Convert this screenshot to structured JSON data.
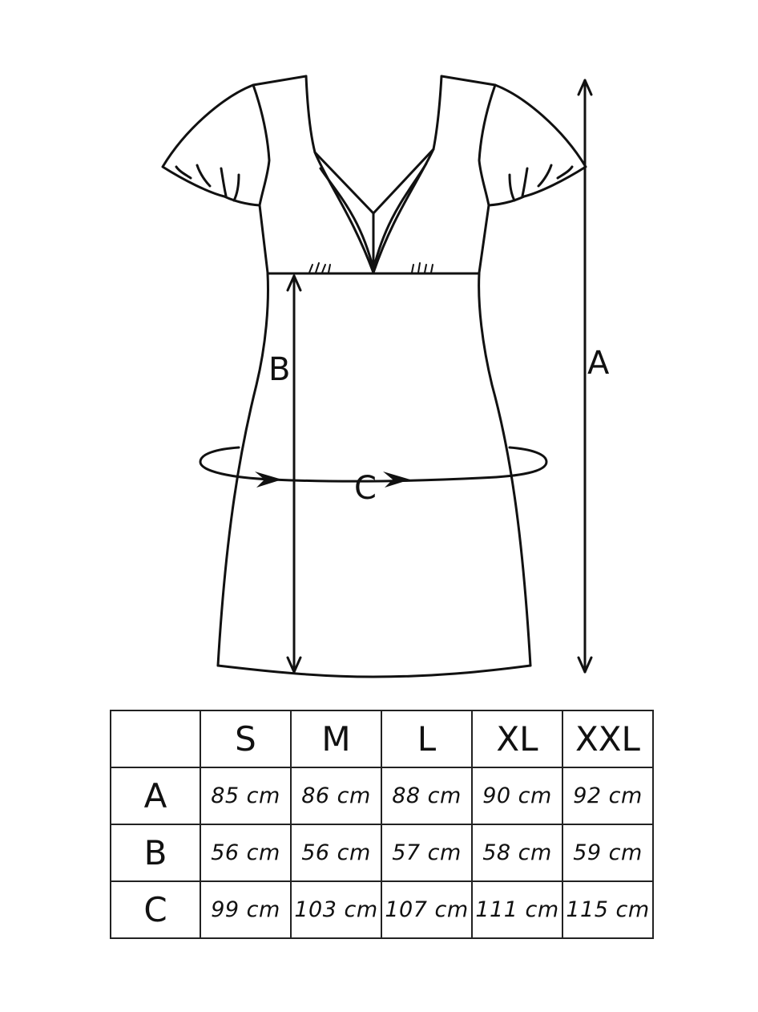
{
  "diagram": {
    "labels": {
      "a": "A",
      "b": "B",
      "c": "C"
    }
  },
  "size_table": {
    "corner": "",
    "columns": [
      "S",
      "M",
      "L",
      "XL",
      "XXL"
    ],
    "rows": [
      {
        "label": "A",
        "values": [
          "85 cm",
          "86 cm",
          "88 cm",
          "90 cm",
          "92 cm"
        ]
      },
      {
        "label": "B",
        "values": [
          "56 cm",
          "56 cm",
          "57 cm",
          "58 cm",
          "59 cm"
        ]
      },
      {
        "label": "C",
        "values": [
          "99 cm",
          "103 cm",
          "107 cm",
          "111 cm",
          "115 cm"
        ]
      }
    ]
  }
}
